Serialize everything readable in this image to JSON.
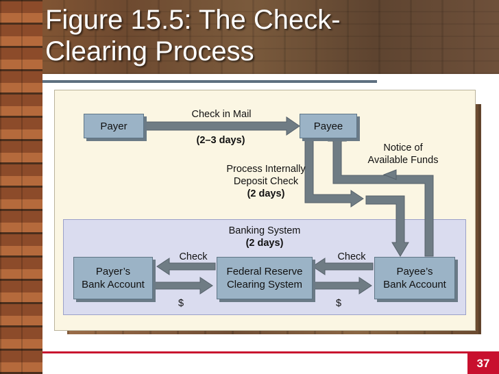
{
  "slide": {
    "title_line1": "Figure 15.5:  The Check-",
    "title_line2": "Clearing Process",
    "page_number": "37"
  },
  "diagram": {
    "nodes": {
      "payer": "Payer",
      "payee": "Payee",
      "payers_bank_line1": "Payer’s",
      "payers_bank_line2": "Bank Account",
      "federal_reserve_line1": "Federal Reserve",
      "federal_reserve_line2": "Clearing System",
      "payees_bank_line1": "Payee’s",
      "payees_bank_line2": "Bank Account"
    },
    "labels": {
      "check_in_mail": "Check in Mail",
      "mail_duration": "(2–3 days)",
      "process_line1": "Process Internally",
      "process_line2": "Deposit Check",
      "process_duration": "(2 days)",
      "notice_line1": "Notice of",
      "notice_line2": "Available Funds",
      "banking_system": "Banking System",
      "banking_duration": "(2 days)",
      "check_left": "Check",
      "check_right": "Check",
      "dollar_left": "$",
      "dollar_right": "$"
    },
    "colors": {
      "box_fill": "#9bb3c6",
      "arrow_fill": "#6f7c84",
      "panel": "#fbf6e3",
      "banking_panel": "#dadcef",
      "page_number_bg": "#c8102e"
    }
  }
}
